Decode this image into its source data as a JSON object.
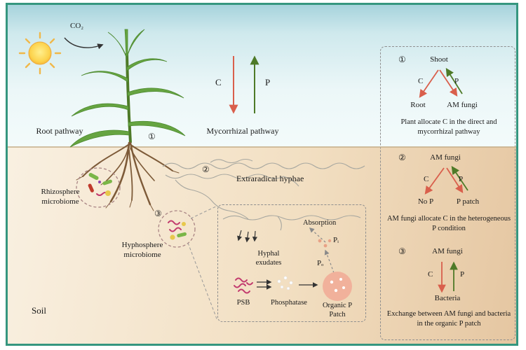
{
  "scene": {
    "co2": "CO₂",
    "root_pathway": "Root pathway",
    "mycorrhizal_pathway": "Mycorrhizal pathway",
    "carbon": "C",
    "phosphorus": "P",
    "num1": "①",
    "num2": "②",
    "num3": "③",
    "extraradical_hyphae": "Extraradical hyphae",
    "rhizosphere_microbiome": "Rhizosphere microbiome",
    "hyphosphere_microbiome": "Hyphosphere microbiome",
    "soil": "Soil"
  },
  "inset": {
    "absorption": "Absorption",
    "hyphal_exudates": "Hyphal exudates",
    "pi": "Pᵢ",
    "po": "Pₒ",
    "psb": "PSB",
    "phosphatase": "Phosphatase",
    "organic_p_patch": "Organic P Patch"
  },
  "panel": {
    "sections": [
      {
        "num": "①",
        "top": "Shoot",
        "c": "C",
        "p": "P",
        "left": "Root",
        "right": "AM fungi",
        "caption": "Plant allocate C in the direct and mycorrhizal pathway"
      },
      {
        "num": "②",
        "top": "AM fungi",
        "c": "C",
        "p": "P",
        "left": "No P",
        "right": "P patch",
        "caption": "AM fungi allocate C in the heterogeneous P condition"
      },
      {
        "num": "③",
        "top": "AM fungi",
        "c": "C",
        "p": "P",
        "bottom": "Bacteria",
        "caption": "Exchange between AM fungi and bacteria in the organic P patch"
      }
    ]
  },
  "colors": {
    "carbon_arrow": "#d95f4c",
    "phosphorus_arrow": "#4e7a28",
    "frame_border": "#35967f",
    "soil_tan": "#f2dfc2",
    "sky_blue": "#a6d3dc",
    "organic_patch": "#f1b19b"
  }
}
